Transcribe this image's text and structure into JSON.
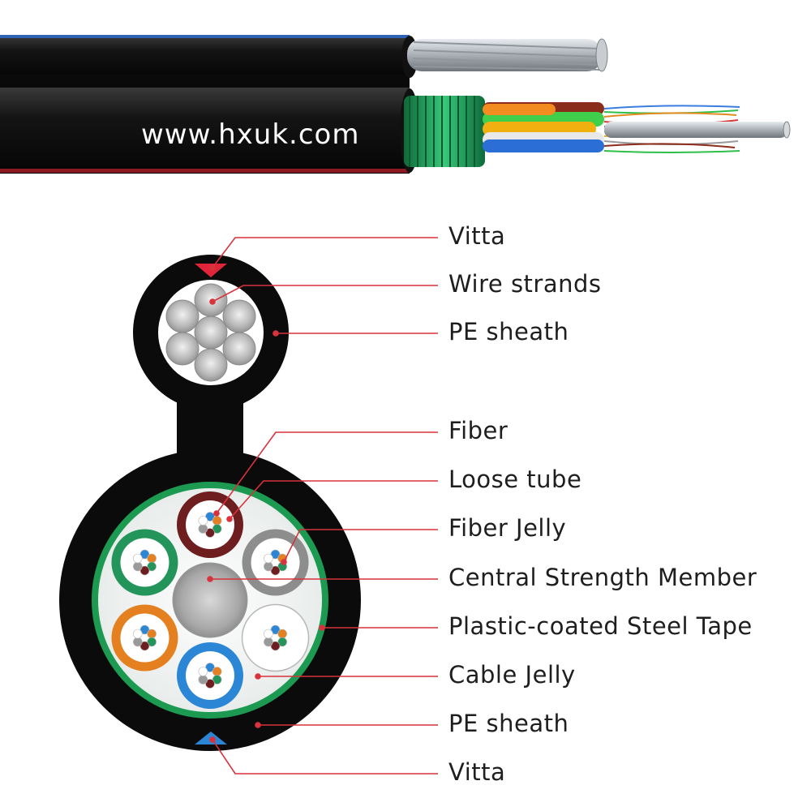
{
  "watermark": "www.hxuk.com",
  "labels": [
    {
      "id": "vitta-top",
      "text": "Vitta"
    },
    {
      "id": "wire-strands",
      "text": "Wire strands"
    },
    {
      "id": "pe-sheath-top",
      "text": "PE sheath"
    },
    {
      "id": "fiber",
      "text": "Fiber"
    },
    {
      "id": "loose-tube",
      "text": "Loose tube"
    },
    {
      "id": "fiber-jelly",
      "text": "Fiber Jelly"
    },
    {
      "id": "central-strength-member",
      "text": "Central Strength Member"
    },
    {
      "id": "plastic-coated-steel-tape",
      "text": "Plastic-coated Steel Tape"
    },
    {
      "id": "cable-jelly",
      "text": "Cable Jelly"
    },
    {
      "id": "pe-sheath-bottom",
      "text": "PE sheath"
    },
    {
      "id": "vitta-bottom",
      "text": "Vitta"
    }
  ],
  "colors": {
    "sheath": "#0b0b0b",
    "leader": "#d8323c",
    "vitta_top": "#e0253a",
    "vitta_bottom": "#2b86d6",
    "steel_tape": "#1d9a52",
    "tube_brown": "#6e1e1e",
    "tube_green": "#23945a",
    "tube_grey": "#8d8d8d",
    "tube_orange": "#e4801f",
    "tube_white": "#ffffff",
    "tube_blue": "#2b86d6"
  }
}
